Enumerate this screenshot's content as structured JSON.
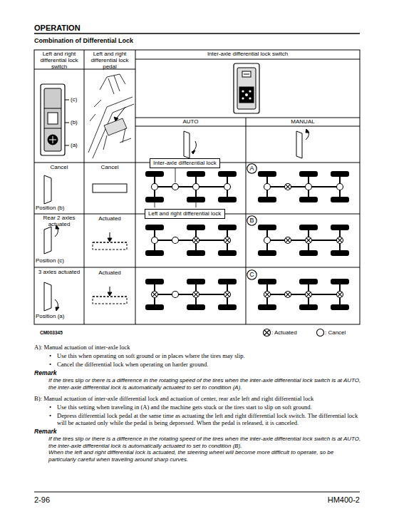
{
  "diagram": {
    "title": "OPERATION",
    "nodes": [
      {
        "text": [
          "Inter-axle differential lock"
        ]
      },
      {
        "text": [
          "Left and right differential lock"
        ]
      },
      {
        "text": [
          "A"
        ]
      },
      {
        "text": [
          "B"
        ]
      },
      {
        "text": [
          "C"
        ]
      }
    ],
    "labels": [
      "Combination of Differential Lock",
      "Left and right differential lock switch",
      "Left and right differential lock pedal",
      "Inter-axle differential lock switch",
      "(c)",
      "(b)",
      "(a)",
      "AUTO",
      "MANUAL",
      "Cancel",
      "Cancel",
      "Position (b)",
      "Rear 2 axles actuated",
      "Actuated",
      "Position (c)",
      "3 axles actuated",
      "Actuated",
      "Position (a)",
      "CM003345",
      "A): Manual actuation of inter-axle lock",
      "•",
      "Use this when operating on soft ground or in places where the tires may slip.",
      "•",
      "Cancel the differential lock when operating on harder ground.",
      "Remark",
      "If the tires slip or there is a difference in the rotating speed of the tires when the inter-axle differential lock switch is at AUTO, the inter-axle differential lock is automatically actuated to set to condition (A).",
      "B): Manual actuation of inter-axle differential lock and actuation of center, rear axle left and right differential lock",
      "•",
      "Use this setting when traveling in (A) and the machine gets stuck or the tires start to slip on soft ground.",
      "•",
      "Depress differential lock pedal at the same time as actuating the left and right differential lock switch. The differential lock will be actuated only while the pedal is being depressed. When the pedal is released, it is canceled.",
      "Remark",
      "If the tires slip or there is a difference in the rotating speed of the tires when the inter-axle differential lock switch is at AUTO, the inter-axle differential lock is automatically actuated to set to condition (B).",
      "When the left and right differential lock is actuated, the steering wheel will become more difficult to operate, so be particularly careful when traveling around sharp curves.",
      "2-96",
      "HM400-2"
    ],
    "legend": [
      {
        "text": ": Actuated"
      },
      {
        "text": ": Cancel"
      }
    ]
  }
}
